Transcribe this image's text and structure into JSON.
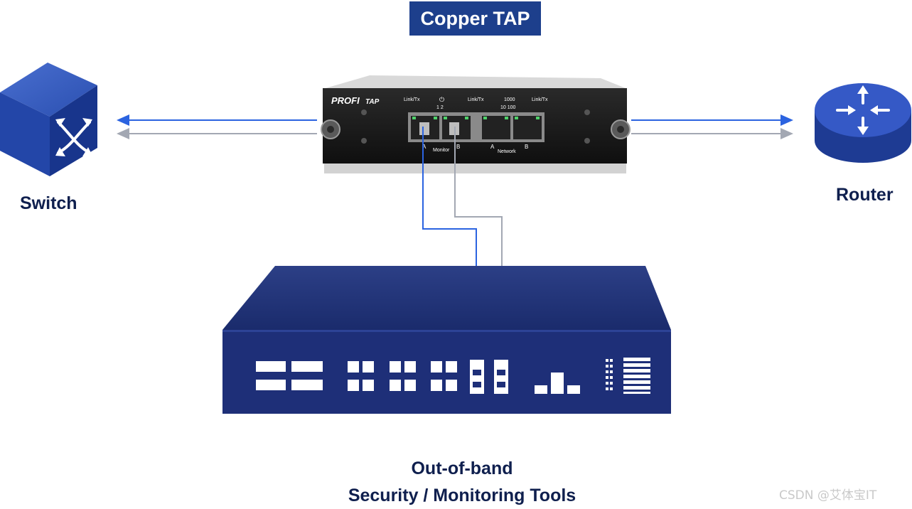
{
  "title": "Copper TAP",
  "switch_label": "Switch",
  "router_label": "Router",
  "tools_label_line1": "Out-of-band",
  "tools_label_line2": "Security / Monitoring Tools",
  "tap_device": {
    "brand_left": "PROFI",
    "brand_right": "TAP",
    "port_labels": [
      "Link/Tx",
      "1  2",
      "Link/Tx",
      "1000",
      "10  100",
      "Link/Tx"
    ],
    "bottom_labels": [
      "A",
      "Monitor",
      "B",
      "A",
      "Network",
      "B"
    ]
  },
  "watermark": "CSDN @艾体宝IT",
  "colors": {
    "navy": "#1d3f8c",
    "dark_label": "#0f1f4e",
    "blue_link": "#2b63e0",
    "gray_link": "#a3a8b3"
  }
}
